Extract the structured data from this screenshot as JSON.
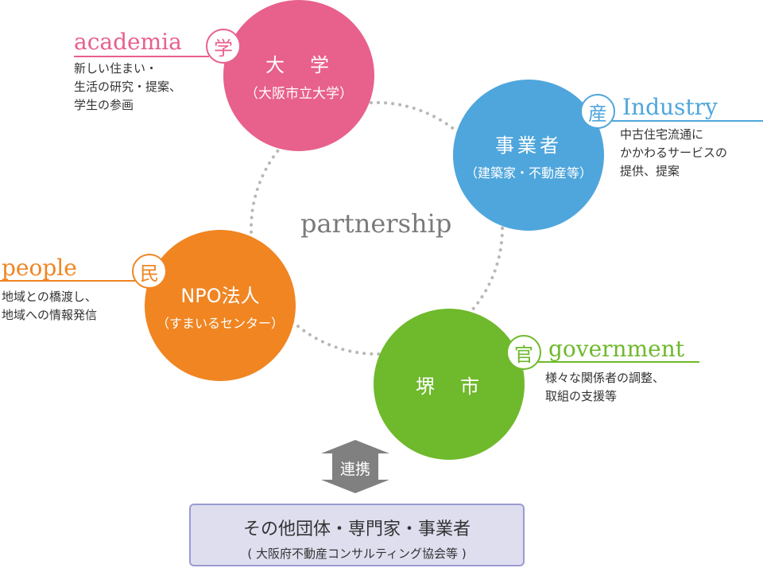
{
  "center_label": "partnership",
  "colors": {
    "academia": "#e8608c",
    "industry": "#4fa6dc",
    "people": "#f08522",
    "government": "#6fb92c",
    "ring": "#b8b8b8",
    "arrow": "#808080",
    "box_fill": "#dedeef",
    "box_border": "#9a9ad2"
  },
  "academia": {
    "title": "大　学",
    "sub": "（大阪市立大学）",
    "badge": "学",
    "english": "academia",
    "desc": [
      "新しい住まい・",
      "生活の研究・提案、",
      "学生の参画"
    ]
  },
  "industry": {
    "title": "事業者",
    "sub": "（建築家・不動産等）",
    "badge": "産",
    "english": "Industry",
    "desc": [
      "中古住宅流通に",
      "かかわるサービスの",
      "提供、提案"
    ]
  },
  "people": {
    "title": "NPO法人",
    "sub": "（すまいるセンター）",
    "badge": "民",
    "english": "people",
    "desc": [
      "地域との橋渡し、",
      "地域への情報発信"
    ]
  },
  "government": {
    "title": "堺　市",
    "badge": "官",
    "english": "government",
    "desc": [
      "様々な関係者の調整、",
      "取組の支援等"
    ]
  },
  "link": {
    "label": "連携"
  },
  "others": {
    "title": "その他団体・専門家・事業者",
    "sub": "( 大阪府不動産コンサルティング協会等 )"
  }
}
